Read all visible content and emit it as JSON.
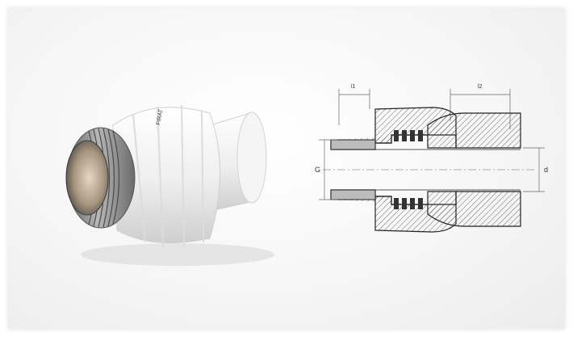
{
  "drawing": {
    "dims": {
      "l1": "l1",
      "l2": "l2",
      "G": "G",
      "d": "d"
    }
  },
  "photo": {
    "ring_marking": "FIRAT"
  },
  "colors": {
    "plastic": "#f1f1f1",
    "metal": "#8a8a8a",
    "hatch": "#444444"
  }
}
